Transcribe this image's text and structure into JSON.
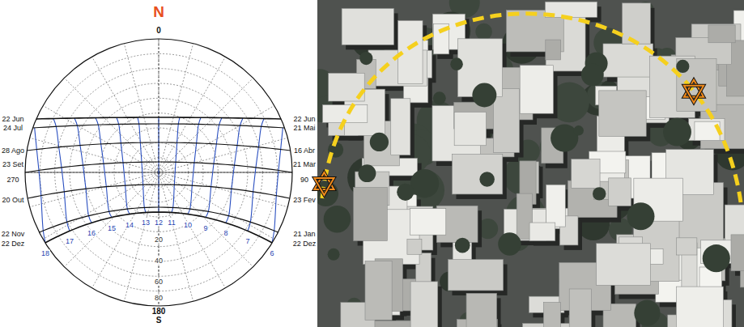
{
  "diagram": {
    "labels": [
      "N",
      "0",
      "22 Jun",
      "24 Jul",
      "28 Ago",
      "23 Set",
      "270",
      "20 Out",
      "22 Nov",
      "22 Dez",
      "22 Jun",
      "21 Mai",
      "16 Abr",
      "21 Mar",
      "90",
      "23 Fev",
      "21 Jan",
      "22 Dez",
      "18",
      "17",
      "16",
      "15",
      "14",
      "13",
      "12",
      "11",
      "10",
      "9",
      "8",
      "7",
      "6",
      "20",
      "40",
      "60",
      "80",
      "180",
      "S"
    ]
  }
}
